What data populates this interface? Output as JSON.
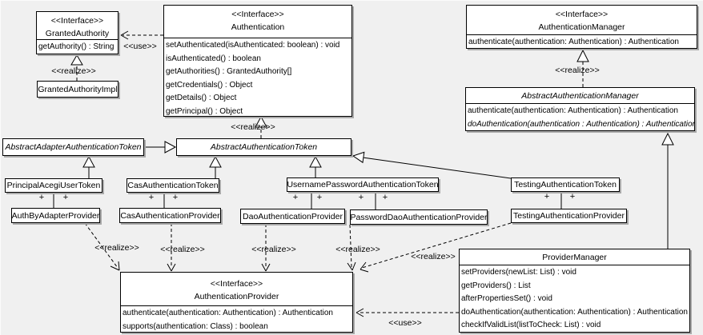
{
  "labels": {
    "use": "<<use>>",
    "realize": "<<realize>>",
    "plus": "+",
    "interface_stereotype": "<<Interface>>"
  },
  "colors": {
    "background": "#f0f0f0",
    "box_fill": "#ffffff",
    "line": "#000000",
    "shadow": "#a9a9a9"
  },
  "classes": {
    "granted_authority": {
      "stereotype": "<<Interface>>",
      "name": "GrantedAuthority",
      "methods": [
        "getAuthority() : String"
      ]
    },
    "granted_authority_impl": {
      "name": "GrantedAuthorityImpl"
    },
    "authentication": {
      "stereotype": "<<Interface>>",
      "name": "Authentication",
      "methods": [
        "setAuthenticated(isAuthenticated: boolean) : void",
        "isAuthenticated() : boolean",
        "getAuthorities() : GrantedAuthority[]",
        "getCredentials() : Object",
        "getDetails() : Object",
        "getPrincipal() : Object"
      ]
    },
    "authentication_manager": {
      "stereotype": "<<Interface>>",
      "name": "AuthenticationManager",
      "methods": [
        "authenticate(authentication: Authentication) : Authentication"
      ]
    },
    "abstract_authentication_manager": {
      "name": "AbstractAuthenticationManager",
      "methods": [
        "authenticate(authentication: Authentication) : Authentication",
        "doAuthentication(authentication : Authentication) : Authentication"
      ]
    },
    "abstract_adapter_authentication_token": {
      "name": "AbstractAdapterAuthenticationToken"
    },
    "abstract_authentication_token": {
      "name": "AbstractAuthenticationToken"
    },
    "principal_acegi_user_token": {
      "name": "PrincipalAcegiUserToken"
    },
    "cas_authentication_token": {
      "name": "CasAuthenticationToken"
    },
    "username_password_authentication_token": {
      "name": "UsernamePasswordAuthenticationToken"
    },
    "testing_authentication_token": {
      "name": "TestingAuthenticationToken"
    },
    "auth_by_adapter_provider": {
      "name": "AuthByAdapterProvider"
    },
    "cas_authentication_provider": {
      "name": "CasAuthenticationProvider"
    },
    "dao_authentication_provider": {
      "name": "DaoAuthenticationProvider"
    },
    "password_dao_authentication_provider": {
      "name": "PasswordDaoAuthenticationProvider"
    },
    "testing_authentication_provider": {
      "name": "TestingAuthenticationProvider"
    },
    "authentication_provider": {
      "stereotype": "<<Interface>>",
      "name": "AuthenticationProvider",
      "methods": [
        "authenticate(authentication: Authentication) : Authentication",
        "supports(authentication: Class) : boolean"
      ]
    },
    "provider_manager": {
      "name": "ProviderManager",
      "methods": [
        "setProviders(newList: List) : void",
        "getProviders() : List",
        "afterPropertiesSet() : void",
        "doAuthentication(authentication: Authentication) : Authentication",
        "checkIfValidList(listToCheck: List) : void"
      ]
    }
  }
}
